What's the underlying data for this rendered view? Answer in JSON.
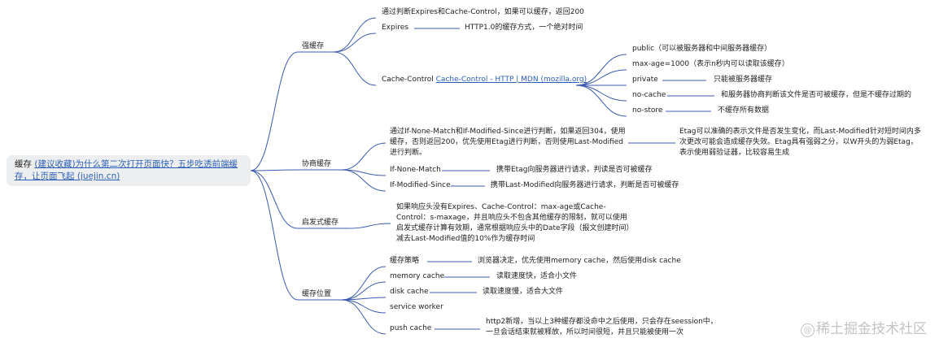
{
  "root": {
    "prefix": "缓存 ",
    "link": "(建议收藏)为什么第二次打开页面快？五步吃透前端缓存，让页面飞起 (juejin.cn)"
  },
  "branches": {
    "strong": {
      "label": "强缓存",
      "intro": "通过判断Expires和Cache-Control，如果可以缓存，返回200",
      "expires_label": "Expires",
      "expires_desc": "HTTP1.0的缓存方式，一个绝对时间",
      "cache_control_label": "Cache-Control ",
      "cache_control_link": "Cache-Control - HTTP | MDN (mozilla.org)",
      "cc_items": [
        {
          "label": "public（可以被服务器和中间服务器缓存）",
          "desc": ""
        },
        {
          "label": "max-age=1000（表示n秒内可以读取该缓存）",
          "desc": ""
        },
        {
          "label": "private",
          "desc": "只能被服务器缓存"
        },
        {
          "label": "no-cache",
          "desc": "和服务器协商判断该文件是否可被缓存，但是不缓存过期的"
        },
        {
          "label": "no-store",
          "desc": "不缓存所有数据"
        }
      ]
    },
    "negotiate": {
      "label": "协商缓存",
      "intro": "通过If-None-Match和If-Modified-Since进行判断，如果返回304，使用缓存，否则返回200，优先使用Etag进行判断，否则使用Last-Modified进行判断。",
      "etag_note": "Etag可以准确的表示文件是否发生变化，而Last-Modified针对短时间内多次更改可能会造成缓存失效。Etag具有强弱之分，以W开头的为弱Etag，表示使用弱验证器，比较容易生成",
      "inm_label": "If-None-Match",
      "inm_desc": "携带Etag向服务器进行请求，判读是否可被缓存",
      "ims_label": "If-Modified-Since",
      "ims_desc": "携带Last-Modified向服务器进行请求，判断是否可被缓存"
    },
    "heuristic": {
      "label": "启发式缓存",
      "desc": "如果响应头没有Expires、Cache-Control：max-age或Cache-Control：s-maxage，并且响应头不包含其他缓存的限制，就可以使用启发式缓存计算有效期，通常根据响应头中的Date字段（报文创建时间）减去Last-Modified值的10%作为缓存时间"
    },
    "location": {
      "label": "缓存位置",
      "items": [
        {
          "label": "缓存策略",
          "desc": "浏览器决定，优先使用memory cache，然后使用disk cache"
        },
        {
          "label": "memory cache",
          "desc": "读取速度快，适合小文件"
        },
        {
          "label": "disk cache",
          "desc": "读取速度慢，适合大文件"
        },
        {
          "label": "service worker",
          "desc": ""
        },
        {
          "label": "push cache",
          "desc": "http2新增，当以上3种缓存都没命中之后使用，只会存在seession中，一旦会话结束就被释放，所以时间很短，并且只能被使用一次"
        }
      ]
    }
  },
  "watermark": {
    "symbol": "@",
    "text": "稀土掘金技术社区"
  },
  "colors": {
    "line": "#3b5ab0",
    "link": "#2c5fb8",
    "root_bg": "#eceef0"
  }
}
